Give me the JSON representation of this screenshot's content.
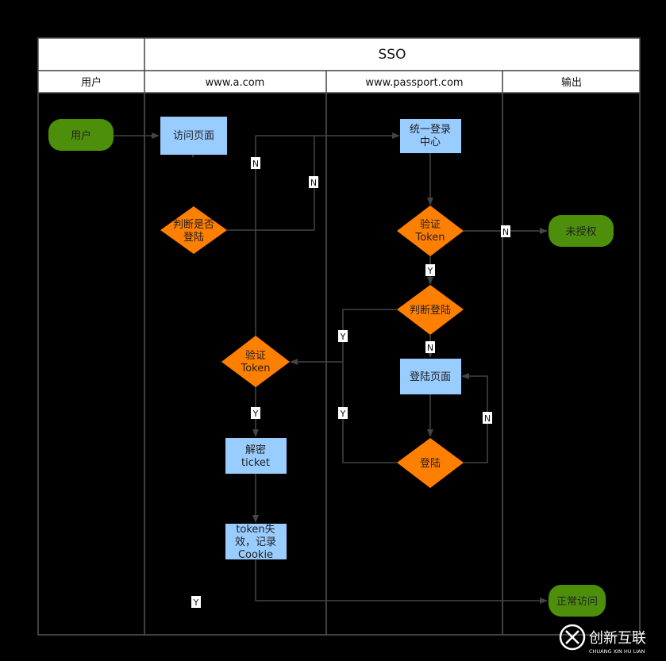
{
  "header": {
    "title": "SSO",
    "lanes": [
      "用户",
      "www.a.com",
      "www.passport.com",
      "输出"
    ]
  },
  "nodes": {
    "user": "用户",
    "visit": "访问页面",
    "judge_a": [
      "判断是否",
      "登陆"
    ],
    "verify_a": [
      "验证",
      "Token"
    ],
    "decrypt": [
      "解密",
      "ticket"
    ],
    "token_invalid": [
      "token失",
      "效，记录",
      "Cookie"
    ],
    "sso_center": [
      "统一登录",
      "中心"
    ],
    "verify_p": [
      "验证",
      "Token"
    ],
    "judge_p": "判断登陆",
    "login_page": "登陆页面",
    "login": "登陆",
    "unauth": "未授权",
    "normal": "正常访问"
  },
  "edge_labels": {
    "n_top": "N",
    "n_judge": "N",
    "n_unauth": "N",
    "y_verify": "Y",
    "y_left_top": "Y",
    "n_judge_p": "N",
    "y_left_bottom": "Y",
    "y_decrypt": "Y",
    "n_login": "N",
    "y_bottom": "Y"
  },
  "colors": {
    "green": "#4d8f0b",
    "blue": "#99ccff",
    "orange": "#ff7f00",
    "background": "#000000",
    "header": "#ffffff"
  },
  "watermark": {
    "name": "创新互联",
    "sub": "CHUANG XIN HU LIAN"
  }
}
